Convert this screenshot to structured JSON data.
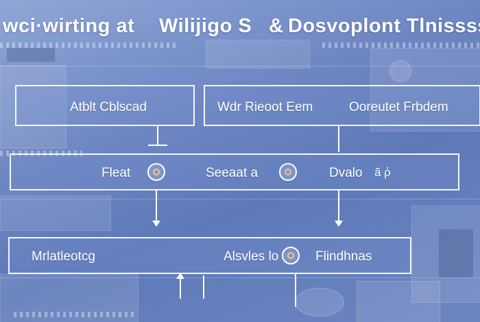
{
  "title": {
    "part1": "wci·wirting at",
    "part2": "Wilijigo S",
    "part3": "&",
    "part4": "Dosvoplont Tlnissss"
  },
  "top_row": {
    "left": "Atblt Cblscad",
    "middle": "Wdr Rieoot Eem",
    "right": "Ooreutet Frbdem"
  },
  "middle_row": {
    "item1": "Fleat",
    "item2": "Seeaat a",
    "item3": "Dvalo",
    "item3_extra": "ã ῥ"
  },
  "bottom_row": {
    "item1": "Mrlatleotcg",
    "item2": "Alsvles lo",
    "item3": "Flindhnas"
  },
  "colors": {
    "background": "#6f88c4",
    "box_border": "#ffffff",
    "text": "#ffffff",
    "accent": "#f3c98b"
  }
}
